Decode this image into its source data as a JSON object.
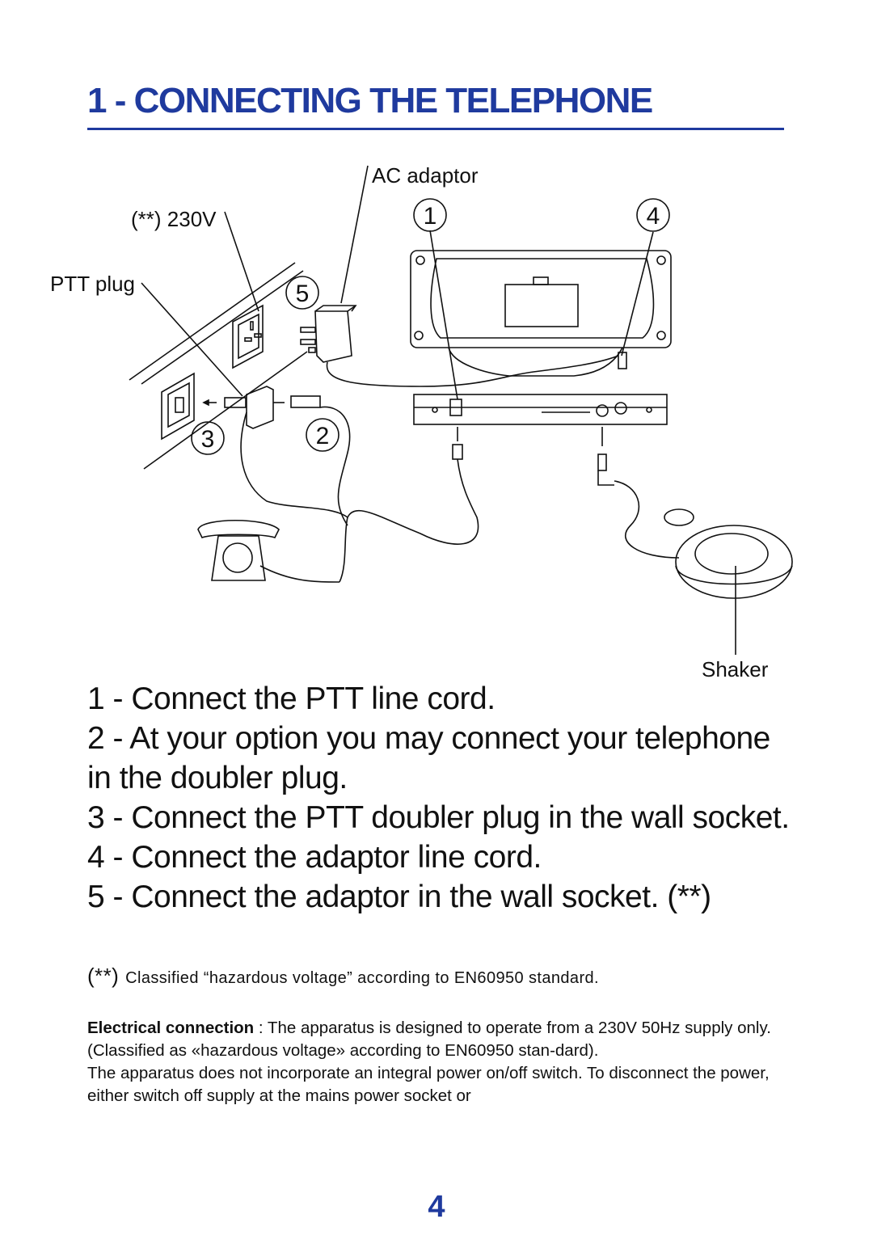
{
  "header": {
    "title": "1 - CONNECTING THE TELEPHONE"
  },
  "diagram": {
    "labels": {
      "ac_adaptor": "AC adaptor",
      "voltage": "(**) 230V",
      "ptt_plug": "PTT plug",
      "shaker": "Shaker"
    },
    "callouts": [
      "1",
      "2",
      "3",
      "4",
      "5"
    ]
  },
  "steps": [
    "1 - Connect the PTT line cord.",
    "2 - At your option you may connect your telephone in the doubler plug.",
    "3 - Connect the PTT doubler plug in the wall socket.",
    "4 - Connect the adaptor line cord.",
    "5 - Connect the adaptor in the wall socket. (**)"
  ],
  "footnote": {
    "mark": "(**)",
    "text": "Classified “hazardous voltage” according to EN60950 standard."
  },
  "electrical": {
    "heading": "Electrical connection",
    "text1": " : The apparatus is designed to operate from a 230V 50Hz supply only. (Classified as «hazardous voltage» according to EN60950 stan-dard).",
    "text2": "The apparatus does not incorporate an integral power on/off switch. To disconnect the power, either switch off supply at the mains power socket or"
  },
  "page_number": "4",
  "colors": {
    "accent": "#1f3a9e",
    "text": "#111111"
  }
}
